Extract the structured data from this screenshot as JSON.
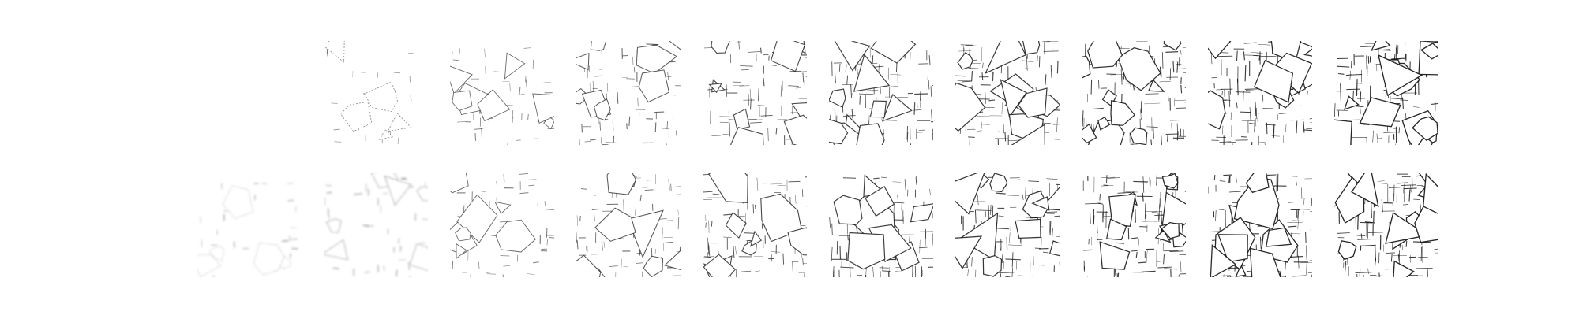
{
  "figure": {
    "background": "#ffffff",
    "ink_color": "#111111",
    "rows": [
      {
        "id": "top",
        "tiles": [
          {
            "stage": 1,
            "present": false,
            "density": 0.0,
            "seed": 1
          },
          {
            "stage": 2,
            "present": true,
            "density": 0.18,
            "seed": 11
          },
          {
            "stage": 3,
            "present": true,
            "density": 0.35,
            "seed": 23
          },
          {
            "stage": 4,
            "present": true,
            "density": 0.5,
            "seed": 37
          },
          {
            "stage": 5,
            "present": true,
            "density": 0.62,
            "seed": 41
          },
          {
            "stage": 6,
            "present": true,
            "density": 0.7,
            "seed": 53
          },
          {
            "stage": 7,
            "present": true,
            "density": 0.76,
            "seed": 67
          },
          {
            "stage": 8,
            "present": true,
            "density": 0.82,
            "seed": 79
          },
          {
            "stage": 9,
            "present": true,
            "density": 0.86,
            "seed": 83
          },
          {
            "stage": 10,
            "present": true,
            "density": 0.9,
            "seed": 97
          }
        ]
      },
      {
        "id": "bottom",
        "tiles": [
          {
            "stage": 1,
            "present": true,
            "density": 0.2,
            "seed": 5,
            "blurred": true
          },
          {
            "stage": 2,
            "present": true,
            "density": 0.25,
            "seed": 13,
            "blurred": true
          },
          {
            "stage": 3,
            "present": true,
            "density": 0.38,
            "seed": 29
          },
          {
            "stage": 4,
            "present": true,
            "density": 0.52,
            "seed": 31
          },
          {
            "stage": 5,
            "present": true,
            "density": 0.64,
            "seed": 43
          },
          {
            "stage": 6,
            "present": true,
            "density": 0.72,
            "seed": 59
          },
          {
            "stage": 7,
            "present": true,
            "density": 0.78,
            "seed": 61
          },
          {
            "stage": 8,
            "present": true,
            "density": 0.84,
            "seed": 71
          },
          {
            "stage": 9,
            "present": true,
            "density": 0.88,
            "seed": 89
          },
          {
            "stage": 10,
            "present": true,
            "density": 0.92,
            "seed": 101
          }
        ]
      }
    ]
  }
}
